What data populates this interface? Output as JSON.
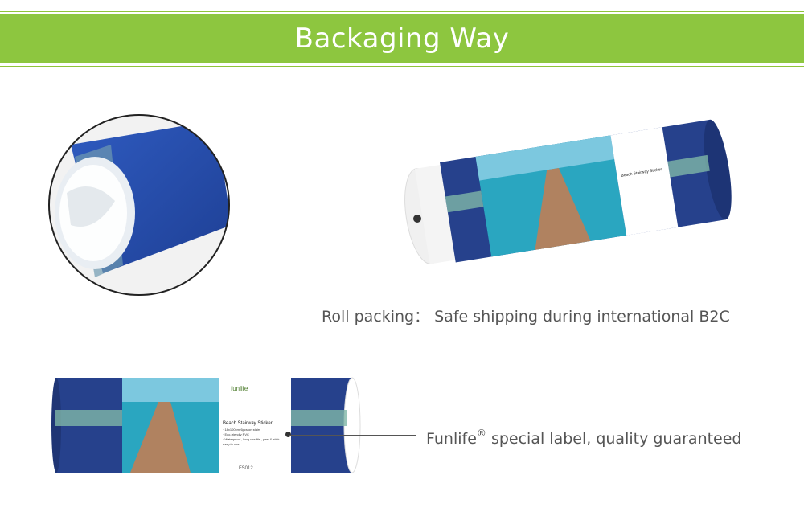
{
  "banner": {
    "title": "Backaging Way"
  },
  "section1": {
    "caption": "Roll packing： Safe shipping during international B2C"
  },
  "section2": {
    "caption_brand": "Funlife",
    "caption_reg": "®",
    "caption_rest": " special label, quality guaranteed"
  },
  "product_label": {
    "brand": "funlife",
    "title": "Beach Stairway Sticker",
    "line1": "· 18x100cm*6pcs on stairs",
    "line2": "· Eco-friendly PVC",
    "line3": "· Waterproof , long use life , peel & stick ,",
    "line4": "easy to use",
    "code": "FS012"
  },
  "colors": {
    "banner": "#8dc63f",
    "roll_blue": "#2a4a9a",
    "sea": "#2aa6c0"
  }
}
